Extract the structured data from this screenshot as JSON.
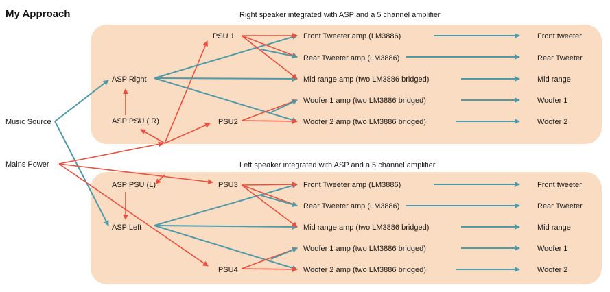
{
  "page_title": "My Approach",
  "colors": {
    "panel_fill": "#f9dcc2",
    "signal_arrow": "#4f9aa8",
    "power_arrow": "#e8503f"
  },
  "sources": {
    "music": "Music Source",
    "mains": "Mains Power"
  },
  "right": {
    "title": "Right speaker integrated with ASP and a 5 channel amplifier",
    "asp": "ASP Right",
    "asp_psu": "ASP PSU ( R)",
    "psu_a": "PSU 1",
    "psu_b": "PSU2",
    "amps": [
      "Front Tweeter amp (LM3886)",
      "Rear Tweeter amp (LM3886)",
      "Mid range amp (two LM3886 bridged)",
      "Woofer 1 amp (two LM3886 bridged)",
      "Woofer 2 amp (two LM3886 bridged)"
    ],
    "speakers": [
      "Front tweeter",
      "Rear Tweeter",
      "Mid range",
      "Woofer 1",
      "Woofer 2"
    ]
  },
  "left": {
    "title": "Left speaker integrated with ASP and a 5 channel amplifier",
    "asp": "ASP Left",
    "asp_psu": "ASP PSU (L)",
    "psu_a": "PSU3",
    "psu_b": "PSU4",
    "amps": [
      "Front Tweeter amp (LM3886)",
      "Rear Tweeter amp (LM3886)",
      "Mid range amp (two LM3886 bridged)",
      "Woofer 1 amp (two LM3886 bridged)",
      "Woofer 2 amp (two LM3886 bridged)"
    ],
    "speakers": [
      "Front tweeter",
      "Rear Tweeter",
      "Mid range",
      "Woofer 1",
      "Woofer 2"
    ]
  }
}
